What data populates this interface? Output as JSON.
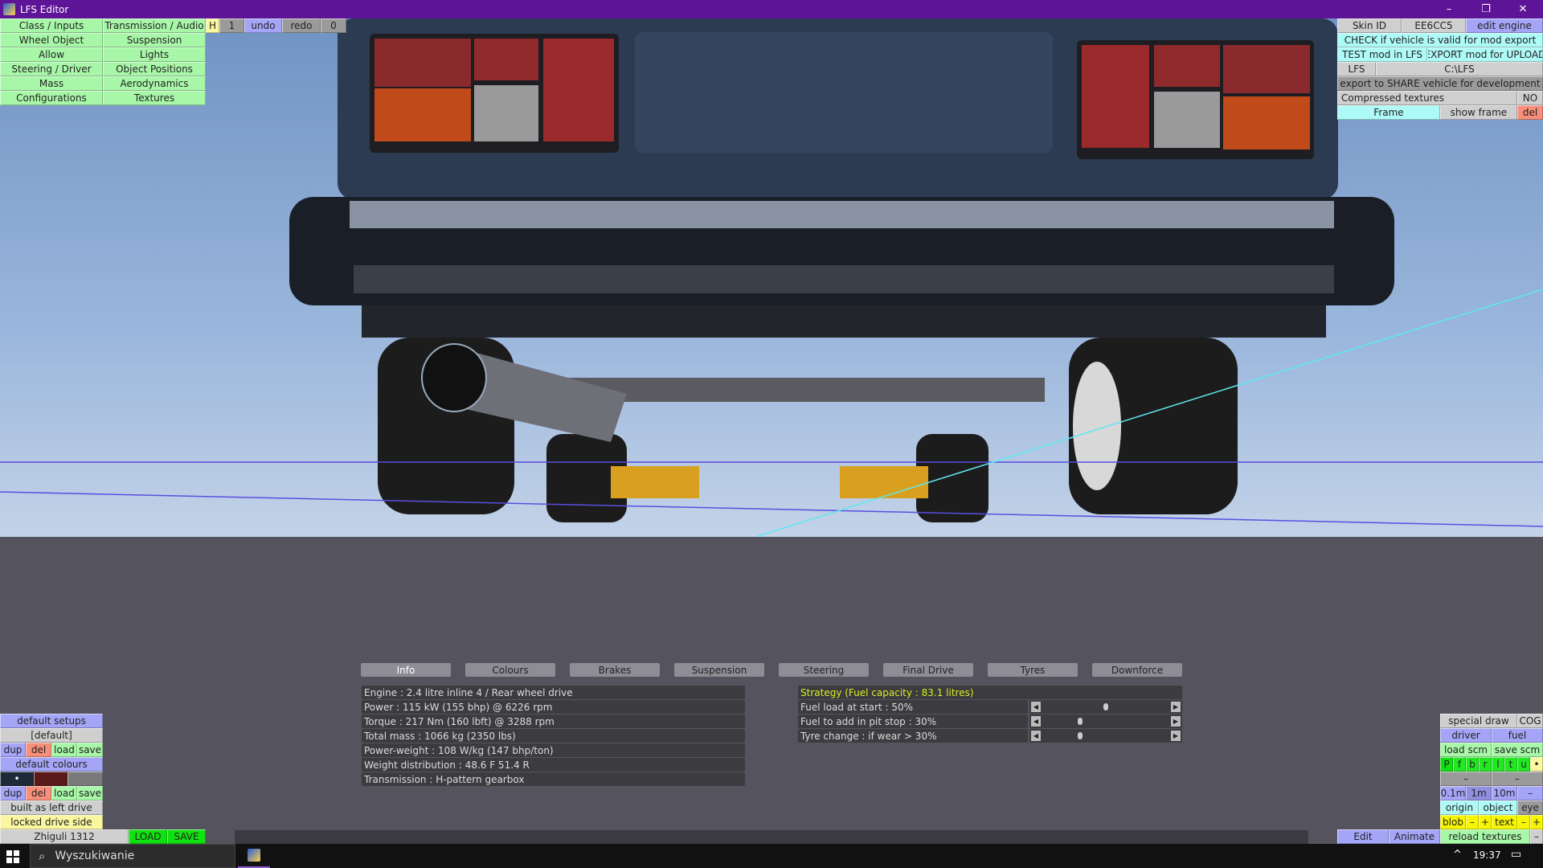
{
  "window": {
    "title": "LFS Editor",
    "minimize": "–",
    "restore": "❐",
    "close": "✕"
  },
  "top_menu": {
    "col1": [
      "Class / Inputs",
      "Wheel Object",
      "Allow",
      "Steering / Driver",
      "Mass",
      "Configurations"
    ],
    "col2": [
      "Transmission / Audio",
      "Suspension",
      "Lights",
      "Object Positions",
      "Aerodynamics",
      "Textures"
    ],
    "h": "H",
    "one": "1",
    "undo": "undo",
    "redo": "redo",
    "zero": "0"
  },
  "right_panel": {
    "skin_id_label": "Skin ID",
    "skin_id": "EE6CC5",
    "edit_engine": "edit engine",
    "check": "CHECK if vehicle is valid for mod export",
    "test": "TEST mod in LFS",
    "export": "EXPORT mod for UPLOAD",
    "lfs": "LFS",
    "path": "C:\\LFS",
    "share": "export to SHARE vehicle for development",
    "compressed_label": "Compressed textures",
    "compressed_value": "NO",
    "frame": "Frame",
    "show_frame": "show frame",
    "del": "del"
  },
  "tabs": [
    "Info",
    "Colours",
    "Brakes",
    "Suspension",
    "Steering",
    "Final Drive",
    "Tyres",
    "Downforce"
  ],
  "info": [
    "Engine : 2.4 litre inline 4 / Rear wheel drive",
    "Power : 115 kW (155 bhp) @ 6226 rpm",
    "Torque : 217 Nm (160 lbft) @ 3288 rpm",
    "Total mass : 1066 kg (2350 lbs)",
    "Power-weight : 108 W/kg (147 bhp/ton)",
    "Weight distribution : 48.6 F  51.4 R",
    "Transmission : H-pattern gearbox"
  ],
  "strategy": {
    "title": "Strategy (Fuel capacity : 83.1 litres)",
    "rows": [
      {
        "label": "Fuel load at start : 50%",
        "value": 50
      },
      {
        "label": "Fuel to add in pit stop : 30%",
        "value": 30
      },
      {
        "label": "Tyre change : if wear > 30%",
        "value": 30
      }
    ]
  },
  "left_panel": {
    "default_setups": "default setups",
    "setup": "[default]",
    "dup": "dup",
    "del": "del",
    "load": "load",
    "save": "save",
    "default_colours": "default colours",
    "built": "built as left drive",
    "locked": "locked drive side",
    "car": "Zhiguli 1312",
    "LOAD": "LOAD",
    "SAVE": "SAVE",
    "colours": [
      "#1c2a3a",
      "#5a1a1a",
      "#7a7a7a"
    ]
  },
  "br_panel": {
    "special_draw": "special draw",
    "cog": "COG",
    "driver": "driver",
    "fuel": "fuel",
    "load_scm": "load scm",
    "save_scm": "save scm",
    "views": [
      "P",
      "f",
      "b",
      "r",
      "l",
      "t",
      "u"
    ],
    "dot": "•",
    "dash": "–",
    "steps": [
      "0.1m",
      "1m",
      "10m",
      "–"
    ],
    "origin": "origin",
    "object": "object",
    "eye": "eye",
    "blob": "blob",
    "minus": "–",
    "plus": "+",
    "text": "text",
    "edit": "Edit",
    "animate": "Animate",
    "reload": "reload textures"
  },
  "taskbar": {
    "search": "Wyszukiwanie",
    "time": "19:37"
  }
}
